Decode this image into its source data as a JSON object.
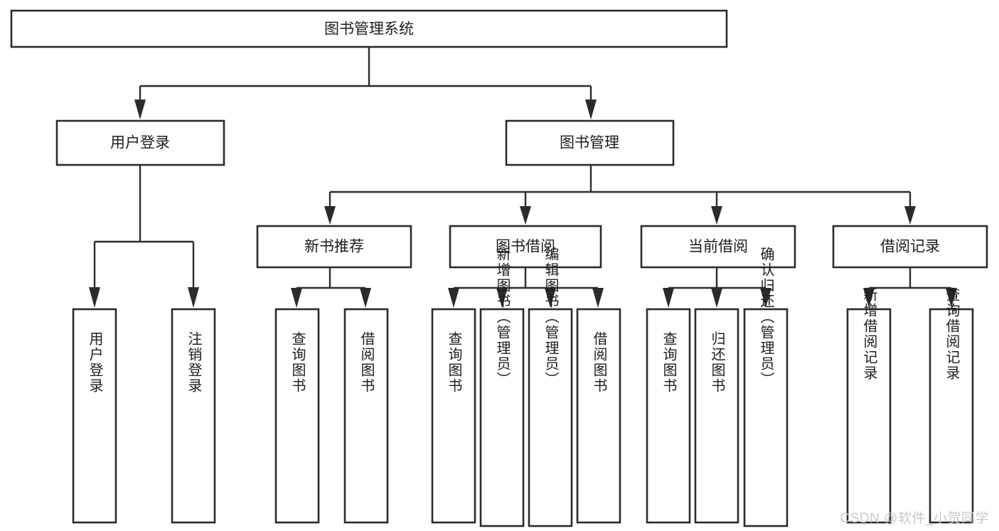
{
  "diagram": {
    "type": "tree-hierarchy",
    "title": "图书管理系统",
    "watermark": "CSDN @软件_小贺同学",
    "colors": {
      "box_stroke": "#2b2b2b",
      "box_fill": "#ffffff",
      "text": "#1d1d1d",
      "connector": "#2b2b2b",
      "background": "#ffffff",
      "watermark": "#c9c9c9"
    },
    "root": {
      "label": "图书管理系统"
    },
    "level2": [
      {
        "label": "用户登录"
      },
      {
        "label": "图书管理"
      }
    ],
    "level3": [
      {
        "label": "新书推荐"
      },
      {
        "label": "图书借阅"
      },
      {
        "label": "当前借阅"
      },
      {
        "label": "借阅记录"
      }
    ],
    "leaves": {
      "user_login": [
        {
          "label": "用户登录"
        },
        {
          "label": "注销登录"
        }
      ],
      "new_book_recommend": [
        {
          "label": "查询图书"
        },
        {
          "label": "借阅图书"
        }
      ],
      "book_borrow": [
        {
          "label": "查询图书"
        },
        {
          "label": "新增图书（管理员）"
        },
        {
          "label": "编辑图书（管理员）"
        },
        {
          "label": "借阅图书"
        }
      ],
      "current_borrow": [
        {
          "label": "查询图书"
        },
        {
          "label": "归还图书"
        },
        {
          "label": "确认归还（管理员）"
        }
      ],
      "borrow_record": [
        {
          "label": "新增借阅记录"
        },
        {
          "label": "查询借阅记录"
        }
      ]
    }
  }
}
